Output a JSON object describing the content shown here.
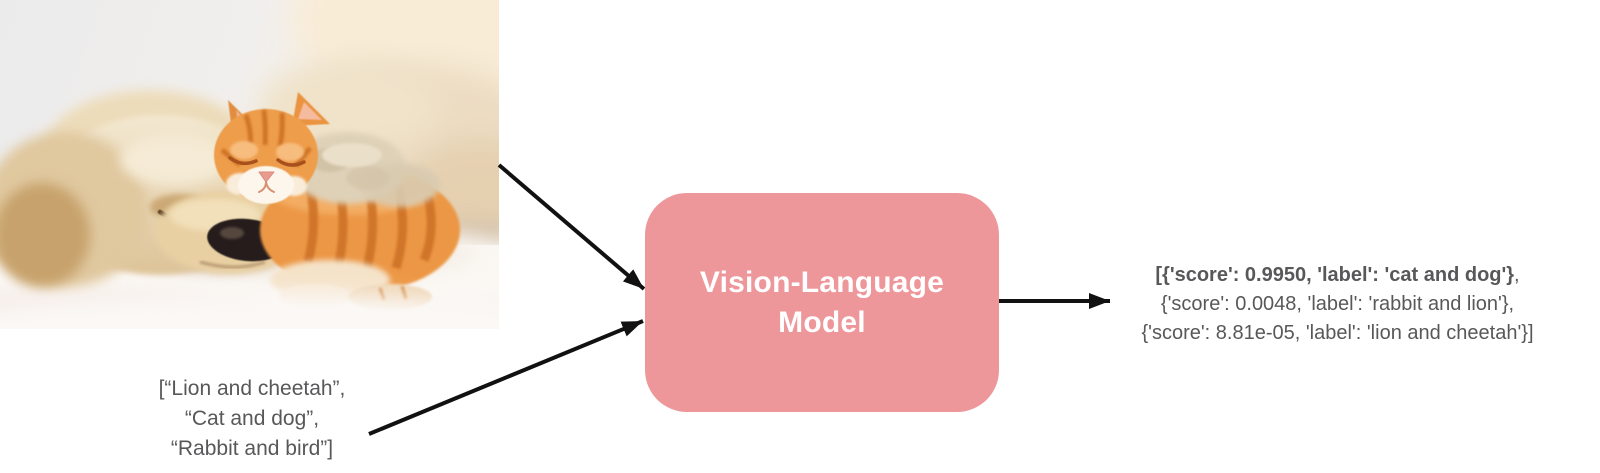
{
  "colors": {
    "box_fill": "#ee979b",
    "box_text": "#ffffff",
    "text_gray": "#58585a",
    "arrow": "#111111"
  },
  "input_image": {
    "alt": "Photo of a sleeping cream puppy with an orange tabby kitten resting on its head on a white blanket"
  },
  "prompt_list": {
    "lines": [
      "[“Lion and cheetah”,",
      "“Cat and dog”,",
      "“Rabbit and bird”]"
    ]
  },
  "model": {
    "label_line1": "Vision-Language",
    "label_line2": "Model"
  },
  "output": {
    "line1_bold": "[{'score': 0.9950, 'label': 'cat and dog'}",
    "line1_tail": ",",
    "line2": "{'score': 0.0048, 'label': 'rabbit and lion'},",
    "line3": "{'score': 8.81e-05, 'label': 'lion and cheetah'}]"
  }
}
